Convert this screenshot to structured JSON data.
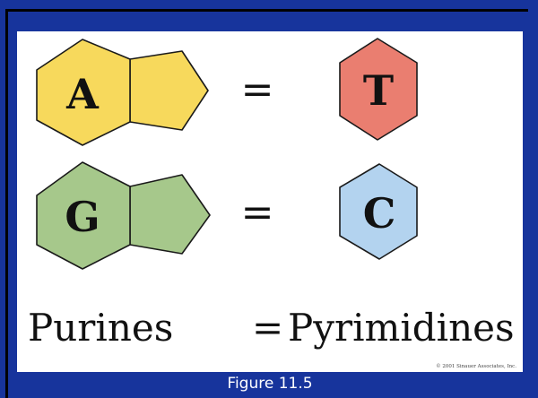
{
  "figure": {
    "caption": "Figure 11.5",
    "credit": "© 2001 Sinauer Associates, Inc."
  },
  "pairs": [
    {
      "purine": {
        "letter": "A",
        "color": "#f7d95c"
      },
      "equals": "=",
      "pyrimidine": {
        "letter": "T",
        "color": "#ea7e70"
      }
    },
    {
      "purine": {
        "letter": "G",
        "color": "#a6c88b"
      },
      "equals": "=",
      "pyrimidine": {
        "letter": "C",
        "color": "#b3d3ef"
      }
    }
  ],
  "labels": {
    "left": "Purines",
    "equals": "=",
    "right": "Pyrimidines"
  },
  "colors": {
    "background": "#17349c",
    "panel": "#ffffff"
  }
}
